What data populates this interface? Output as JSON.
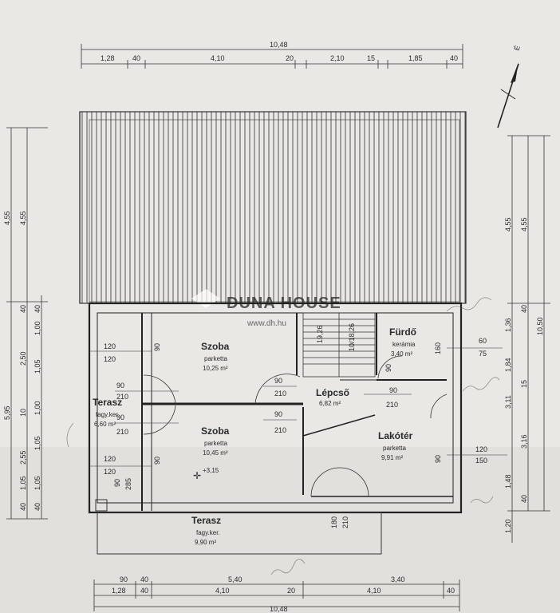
{
  "north_label": "É",
  "dimensions": {
    "top_total": "10,48",
    "top_segments": [
      "1,28",
      "40",
      "4,10",
      "20",
      "2,10",
      "15",
      "1,85",
      "40"
    ],
    "bottom_row1": [
      "90",
      "40",
      "5,40",
      "3,40"
    ],
    "bottom_row2": [
      "1,28",
      "40",
      "4,10",
      "20",
      "4,10",
      "40"
    ],
    "bottom_total": "10,48",
    "left_outer": [
      "4,55",
      "5,95"
    ],
    "left_inner": [
      "4,55",
      "40",
      "2,50",
      "10",
      "2,55",
      "1,05",
      "40"
    ],
    "left_inner2": [
      "40",
      "1,00",
      "1,05",
      "1,00",
      "1,05",
      "1,05",
      "40"
    ],
    "right_inner": [
      "1,36",
      "1,84",
      "3,11",
      "3,16",
      "1,48",
      "1,20",
      "40",
      "15",
      "40"
    ],
    "right_outer": [
      "4,55",
      "4,55",
      "10,50"
    ]
  },
  "rooms": {
    "szoba1": {
      "name": "Szoba",
      "floor": "parketta",
      "area": "10,25 m²"
    },
    "szoba2": {
      "name": "Szoba",
      "floor": "parketta",
      "area": "10,45 m²",
      "level": "+3,15"
    },
    "furdo": {
      "name": "Fürdő",
      "floor": "kerámia",
      "area": "3,40 m²"
    },
    "lepcso": {
      "name": "Lépcső",
      "area": "6,82 m²"
    },
    "lakoter": {
      "name": "Lakótér",
      "floor": "parketta",
      "area": "9,91 m²"
    },
    "terasz_side": {
      "name": "Terasz",
      "floor": "fagy.ker.",
      "area": "6,60 m²"
    },
    "terasz_bottom": {
      "name": "Terasz",
      "floor": "fagy.ker.",
      "area": "9,90 m²"
    }
  },
  "openings": {
    "w1_a": "120",
    "w1_b": "120",
    "d1_a": "90",
    "d1_b": "210",
    "d2_a": "90",
    "d2_b": "210",
    "d3_a": "90",
    "d3_b": "210",
    "d4_a": "90",
    "d4_b": "210",
    "w2_a": "120",
    "w2_b": "120",
    "d5_a": "90",
    "d5_b": "285",
    "w3_a": "60",
    "w3_b": "75",
    "w4_a": "120",
    "w4_b": "150",
    "d6_a": "90",
    "d6_b": "210",
    "d7_a": "180",
    "d7_b": "210",
    "v1": "90",
    "v2": "90",
    "v3": "90",
    "v4": "90",
    "v5": "160",
    "stair1": "19,26",
    "stair2": "10/18,26"
  },
  "watermark": {
    "brand": "DUNA HOUSE",
    "url": "www.dh.hu"
  },
  "colors": {
    "paper": "#e9e8e4",
    "ink": "#2a2a2a",
    "roof": "#d9d8d4"
  }
}
